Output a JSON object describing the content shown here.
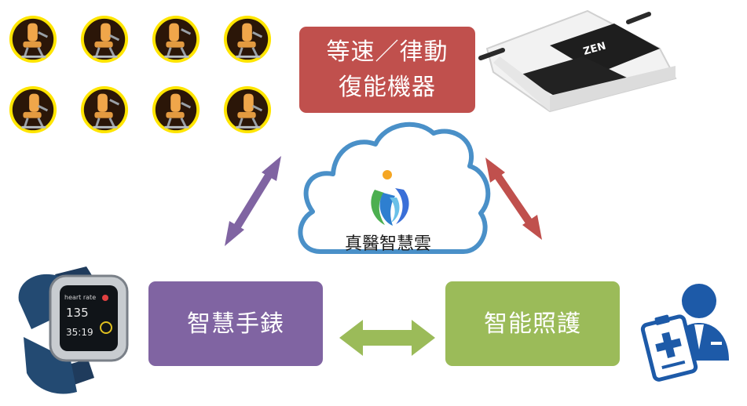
{
  "nodes": {
    "top": {
      "lines": [
        "等速／律動",
        "復能機器"
      ],
      "color": "#c0504d"
    },
    "left": {
      "label": "智慧手錶",
      "color": "#8064a2"
    },
    "right": {
      "label": "智能照護",
      "color": "#9bbb59"
    },
    "center": {
      "label": "真醫智慧雲",
      "cloud_outline": "#4a90c8"
    }
  },
  "images": {
    "device_brand": "ZEN",
    "watch": {
      "line1": "heart rate",
      "line2": "135",
      "line3": "35:19"
    }
  },
  "arrows": [
    {
      "from": "left",
      "to": "center",
      "color": "#8064a2"
    },
    {
      "from": "center",
      "to": "right",
      "color": "#c0504d"
    },
    {
      "from": "left",
      "to": "right",
      "color": "#9bbb59"
    }
  ],
  "icons": [
    "fitness-machine-icon",
    "platform-device",
    "smartwatch",
    "care-staff-icon",
    "cloud-logo-icon"
  ]
}
